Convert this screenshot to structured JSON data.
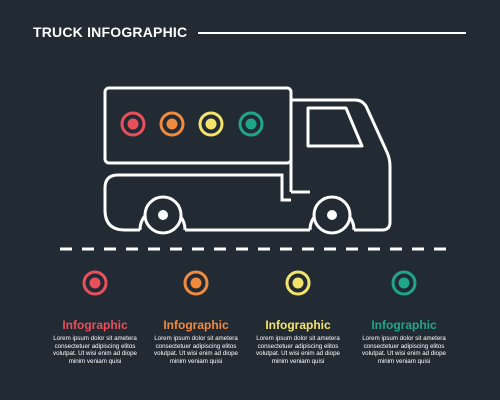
{
  "header": {
    "title": "TRUCK INFOGRAPHIC"
  },
  "colors": {
    "background": "#222a33",
    "line": "#ffffff",
    "red": "#e8505b",
    "orange": "#f08a3c",
    "yellow": "#f4e36b",
    "green": "#1fa58a"
  },
  "steps": [
    {
      "heading": "Infographic",
      "color": "#e8505b",
      "body": [
        "Lorem ipsum dolor sit ametera",
        "consectetuer adipiscing elitos",
        "volutpat. Ut wisi enim ad diope",
        "minim veniam quisi"
      ]
    },
    {
      "heading": "Infographic",
      "color": "#f08a3c",
      "body": [
        "Lorem ipsum dolor sit ametera",
        "consectetuer adipiscing elitos",
        "volutpat. Ut wisi enim ad diope",
        "minim veniam quisi"
      ]
    },
    {
      "heading": "Infographic",
      "color": "#f4e36b",
      "body": [
        "Lorem ipsum dolor sit ametera",
        "consectetuer adipiscing elitos",
        "volutpat. Ut wisi enim ad diope",
        "minim veniam quisi"
      ]
    },
    {
      "heading": "Infographic",
      "color": "#1fa58a",
      "body": [
        "Lorem ipsum dolor sit ametera",
        "consectetuer adipiscing elitos",
        "volutpat. Ut wisi enim ad diope",
        "minim veniam quisi"
      ]
    }
  ],
  "stock_id": "1817681514"
}
